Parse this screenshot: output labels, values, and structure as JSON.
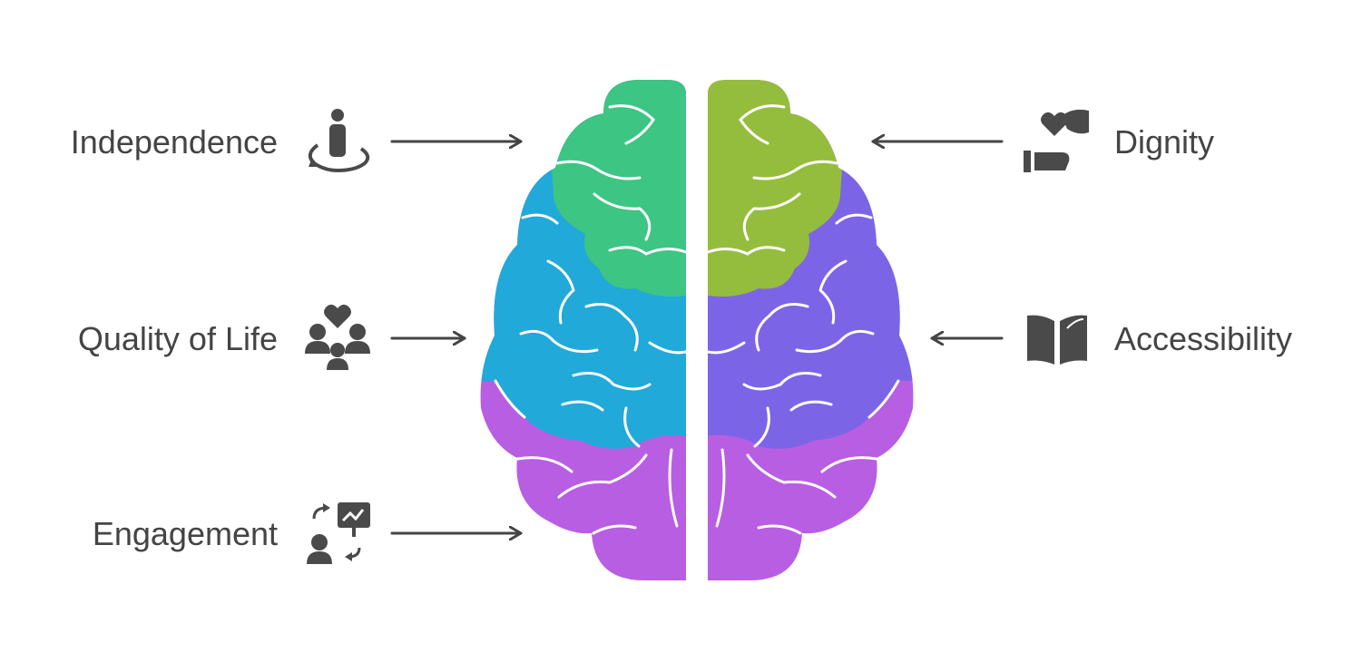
{
  "colors": {
    "text": "#444444",
    "arrow": "#444444",
    "icon": "#4a4a4a",
    "frontal_left": "#3dc583",
    "frontal_right": "#95bd3d",
    "parietal_left": "#21a9d9",
    "parietal_right": "#7b65e6",
    "occipital": "#b85ee3",
    "fold": "#ffffff"
  },
  "labels": {
    "independence": {
      "text": "Independence",
      "icon": "person-rotate-icon"
    },
    "quality_of_life": {
      "text": "Quality of Life",
      "icon": "couple-heart-icon"
    },
    "engagement": {
      "text": "Engagement",
      "icon": "person-presentation-icon"
    },
    "dignity": {
      "text": "Dignity",
      "icon": "hand-heart-icon"
    },
    "accessibility": {
      "text": "Accessibility",
      "icon": "open-book-icon"
    }
  }
}
